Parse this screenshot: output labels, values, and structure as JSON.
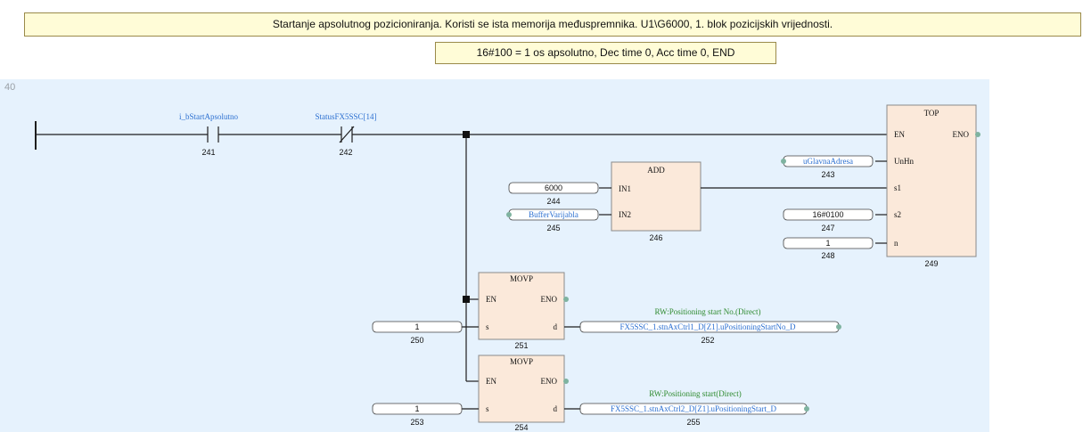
{
  "comments": {
    "main": "Startanje apsolutnog pozicioniranja. Koristi se ista memorija međuspremnika. U1\\G6000, 1. blok pozicijskih vrijednosti.",
    "sub": "16#100 = 1 os apsolutno, Dec time 0, Acc time 0, END"
  },
  "rung": {
    "number": "40"
  },
  "contacts": [
    {
      "var": "i_bStartApsolutno",
      "id": "241"
    },
    {
      "var": "StatusFX5SSC[14]",
      "id": "242"
    }
  ],
  "add_block": {
    "name": "ADD",
    "id": "246",
    "in1_label": "IN1",
    "in1_value": "6000",
    "in1_id": "244",
    "in2_label": "IN2",
    "in2_value": "BufferVarijabla",
    "in2_id": "245"
  },
  "top_block": {
    "name": "TOP",
    "id": "249",
    "en": "EN",
    "eno": "ENO",
    "unhn_label": "UnHn",
    "unhn_value": "uGlavnaAdresa",
    "unhn_id": "243",
    "s1_label": "s1",
    "s2_label": "s2",
    "s2_value": "16#0100",
    "s2_id": "247",
    "n_label": "n",
    "n_value": "1",
    "n_id": "248"
  },
  "movp_1": {
    "name": "MOVP",
    "id": "251",
    "en": "EN",
    "eno": "ENO",
    "s_label": "s",
    "s_value": "1",
    "s_id": "250",
    "d_label": "d",
    "d_comment": "RW:Positioning start No.(Direct)",
    "d_value": "FX5SSC_1.stnAxCtrl1_D[Z1].uPositioningStartNo_D",
    "d_id": "252"
  },
  "movp_2": {
    "name": "MOVP",
    "id": "254",
    "en": "EN",
    "eno": "ENO",
    "s_label": "s",
    "s_value": "1",
    "s_id": "253",
    "d_label": "d",
    "d_comment": "RW:Positioning start(Direct)",
    "d_value": "FX5SSC_1.stnAxCtrl2_D[Z1].uPositioningStart_D",
    "d_id": "255"
  }
}
